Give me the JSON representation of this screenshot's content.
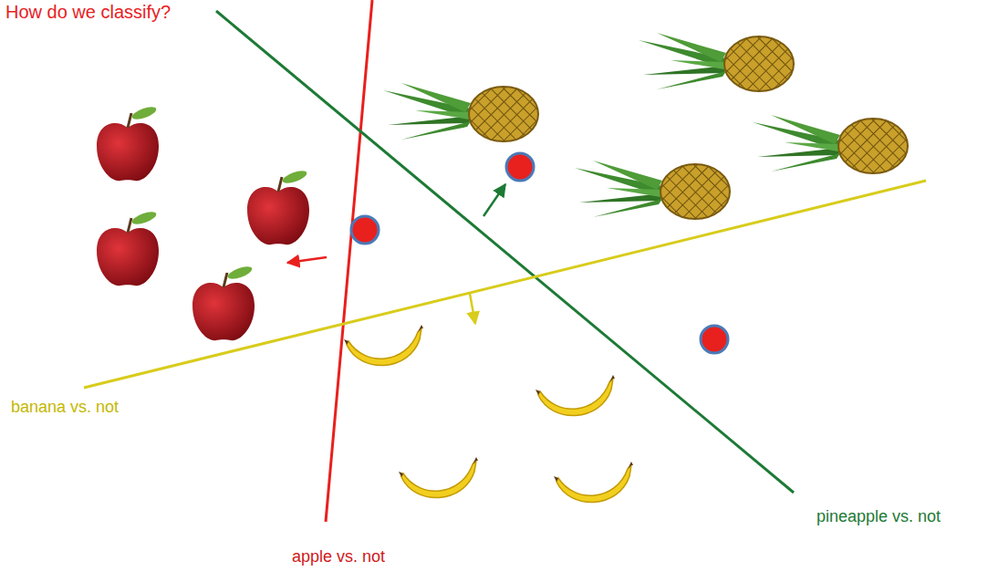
{
  "diagram": {
    "title": "How do we classify?",
    "labels": [
      "banana vs. not",
      "pineapple vs. not",
      "apple vs. not"
    ]
  }
}
